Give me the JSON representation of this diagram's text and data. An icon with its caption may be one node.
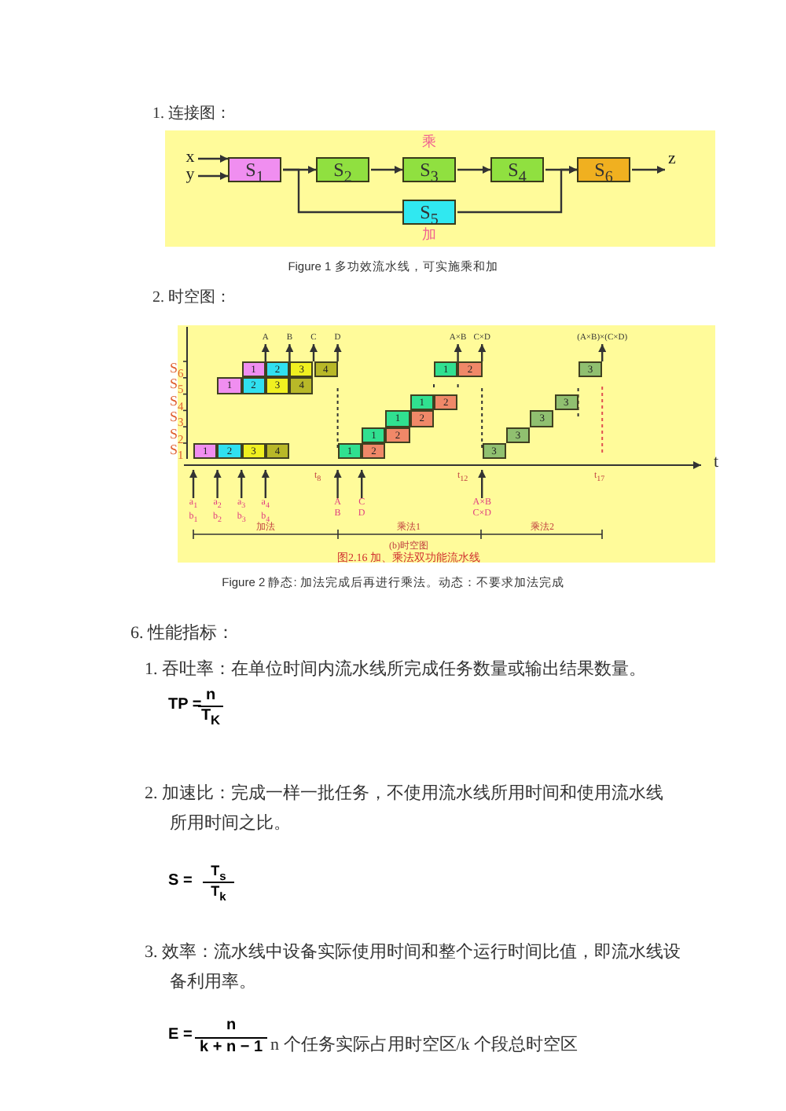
{
  "diagram": {
    "nodes": [
      {
        "text": [
          "x"
        ]
      },
      {
        "text": [
          "y"
        ]
      },
      {
        "text": [
          "S$_{1}$"
        ]
      },
      {
        "text": [
          "S$_{2}$"
        ]
      },
      {
        "text": [
          "S$_{3}$"
        ],
        "beside": [
          "乘"
        ]
      },
      {
        "text": [
          "S$_{4}$"
        ]
      },
      {
        "text": [
          "S$_{6}$"
        ]
      },
      {
        "text": [
          "z"
        ]
      },
      {
        "text": [
          "S$_{5}$"
        ],
        "beside": [
          "加"
        ]
      },
      {
        "text": [
          "A"
        ]
      },
      {
        "text": [
          "B"
        ]
      },
      {
        "text": [
          "C"
        ]
      },
      {
        "text": [
          "D"
        ]
      },
      {
        "text": [
          "A×B"
        ]
      },
      {
        "text": [
          "C×D"
        ]
      },
      {
        "text": [
          "(A×B)×(C×D)"
        ]
      },
      {
        "text": [
          "1"
        ]
      },
      {
        "text": [
          "2"
        ]
      },
      {
        "text": [
          "3"
        ]
      },
      {
        "text": [
          "4"
        ]
      },
      {
        "text": [
          "1"
        ]
      },
      {
        "text": [
          "2"
        ]
      },
      {
        "text": [
          "3"
        ]
      },
      {
        "text": [
          "1"
        ]
      },
      {
        "text": [
          "2"
        ]
      },
      {
        "text": [
          "3"
        ]
      },
      {
        "text": [
          "4"
        ]
      },
      {
        "text": [
          "1"
        ]
      },
      {
        "text": [
          "2"
        ]
      },
      {
        "text": [
          "3"
        ]
      },
      {
        "text": [
          "1"
        ]
      },
      {
        "text": [
          "2"
        ]
      },
      {
        "text": [
          "3"
        ]
      },
      {
        "text": [
          "1"
        ]
      },
      {
        "text": [
          "2"
        ]
      },
      {
        "text": [
          "3"
        ]
      },
      {
        "text": [
          "1"
        ]
      },
      {
        "text": [
          "2"
        ]
      },
      {
        "text": [
          "3"
        ]
      },
      {
        "text": [
          "4"
        ]
      },
      {
        "text": [
          "1"
        ]
      },
      {
        "text": [
          "2"
        ]
      },
      {
        "text": [
          "3"
        ]
      },
      {
        "text": [
          "a$_{1}$ b$_{1}$"
        ]
      },
      {
        "text": [
          "a$_{2}$ b$_{2}$"
        ]
      },
      {
        "text": [
          "a$_{3}$ b$_{3}$"
        ]
      },
      {
        "text": [
          "a$_{4}$ b$_{4}$"
        ]
      },
      {
        "text": [
          "A B"
        ]
      },
      {
        "text": [
          "C D"
        ]
      },
      {
        "text": [
          "A×B C×D"
        ]
      },
      {
        "text": [
          "t"
        ]
      }
    ],
    "edges": [
      {
        "from": 0,
        "to": 2,
        "arrow": "to"
      },
      {
        "from": 1,
        "to": 2,
        "arrow": "to"
      },
      {
        "from": 2,
        "to": 3,
        "arrow": "to"
      },
      {
        "from": 3,
        "to": 4,
        "arrow": "to"
      },
      {
        "from": 4,
        "to": 5,
        "arrow": "to"
      },
      {
        "from": 5,
        "to": 6,
        "arrow": "to"
      },
      {
        "from": 2,
        "to": 8,
        "arrow": "none"
      },
      {
        "from": 8,
        "to": 6,
        "arrow": "to"
      },
      {
        "from": 6,
        "to": 7,
        "arrow": "to"
      },
      {
        "from": 16,
        "to": 9,
        "arrow": "to"
      },
      {
        "from": 17,
        "to": 10,
        "arrow": "to"
      },
      {
        "from": 18,
        "to": 11,
        "arrow": "to"
      },
      {
        "from": 19,
        "to": 12,
        "arrow": "to"
      },
      {
        "from": 20,
        "to": 13,
        "arrow": "to"
      },
      {
        "from": 21,
        "to": 14,
        "arrow": "to"
      },
      {
        "from": 22,
        "to": 15,
        "arrow": "to"
      },
      {
        "from": 43,
        "to": 50,
        "arrow": "to"
      },
      {
        "from": 44,
        "to": 50,
        "arrow": "to"
      },
      {
        "from": 45,
        "to": 50,
        "arrow": "to"
      },
      {
        "from": 46,
        "to": 50,
        "arrow": "to"
      },
      {
        "from": 47,
        "to": 50,
        "arrow": "to"
      },
      {
        "from": 48,
        "to": 50,
        "arrow": "to"
      },
      {
        "from": 49,
        "to": 50,
        "arrow": "to"
      }
    ],
    "labels": [
      "1. 连接图：",
      "Figure 1  多功效流水线，可实施乘和加",
      "2. 时空图：",
      "S$_{6}$",
      "S$_{5}$",
      "S$_{4}$",
      "S$_{3}$",
      "S$_{2}$",
      "S$_{1}$",
      "t$_{8}$",
      "t$_{12}$",
      "t$_{17}$",
      "加法",
      "乘法1",
      "乘法2",
      "(b)时空图",
      "图2.16 加、乘法双功能流水线",
      "Figure 2  静态: 加法完成后再进行乘法。动态：不要求加法完成",
      "6. 性能指标：",
      "1. 吞吐率：在单位时间内流水线所完成任务数量或输出结果数量。",
      "TP =",
      "n",
      "T$_{K}$",
      "2. 加速比：完成一样一批任务，不使用流水线所用时间和使用流水线所用时间之比。",
      "S =",
      "T$_{s}$",
      "T$_{k}$",
      "3. 效率：流水线中设备实际使用时间和整个运行时间比值，即流水线设备利用率。",
      "E =",
      "n",
      "k + n − 1",
      "n 个任务实际占用时空区/k 个段总时空区"
    ]
  }
}
